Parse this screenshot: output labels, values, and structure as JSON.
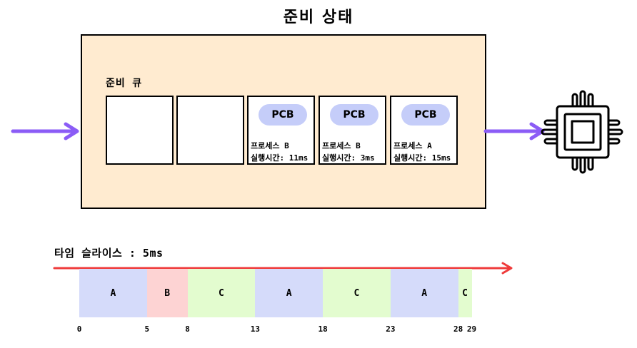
{
  "title": "준비 상태",
  "ready_queue": {
    "label": "준비 큐",
    "slots": [
      {
        "empty": true
      },
      {
        "empty": true
      },
      {
        "empty": false,
        "pcb_label": "PCB",
        "process": "프로세스 B",
        "runtime": "실행시간: 11ms"
      },
      {
        "empty": false,
        "pcb_label": "PCB",
        "process": "프로세스 B",
        "runtime": "실행시간: 3ms"
      },
      {
        "empty": false,
        "pcb_label": "PCB",
        "process": "프로세스 A",
        "runtime": "실행시간: 15ms"
      }
    ]
  },
  "cpu": {
    "icon": "cpu-chip-icon"
  },
  "timeline": {
    "label": "타임 슬라이스 : 5ms",
    "segments": [
      {
        "label": "A",
        "start": 0,
        "end": 5,
        "color": "#d5dbfa"
      },
      {
        "label": "B",
        "start": 5,
        "end": 8,
        "color": "#fdd3d3"
      },
      {
        "label": "C",
        "start": 8,
        "end": 13,
        "color": "#e3fccf"
      },
      {
        "label": "A",
        "start": 13,
        "end": 18,
        "color": "#d5dbfa"
      },
      {
        "label": "C",
        "start": 18,
        "end": 23,
        "color": "#e3fccf"
      },
      {
        "label": "A",
        "start": 23,
        "end": 28,
        "color": "#d5dbfa"
      },
      {
        "label": "C",
        "start": 28,
        "end": 29,
        "color": "#e3fccf"
      }
    ],
    "ticks": [
      "0",
      "5",
      "8",
      "13",
      "18",
      "23",
      "28",
      "29"
    ]
  },
  "colors": {
    "ready_box": "#ffebd0",
    "pcb_pill": "#c5cdf9",
    "flow_arrow": "#8b5cf6",
    "timeline_arrow": "#ef3b3b"
  }
}
